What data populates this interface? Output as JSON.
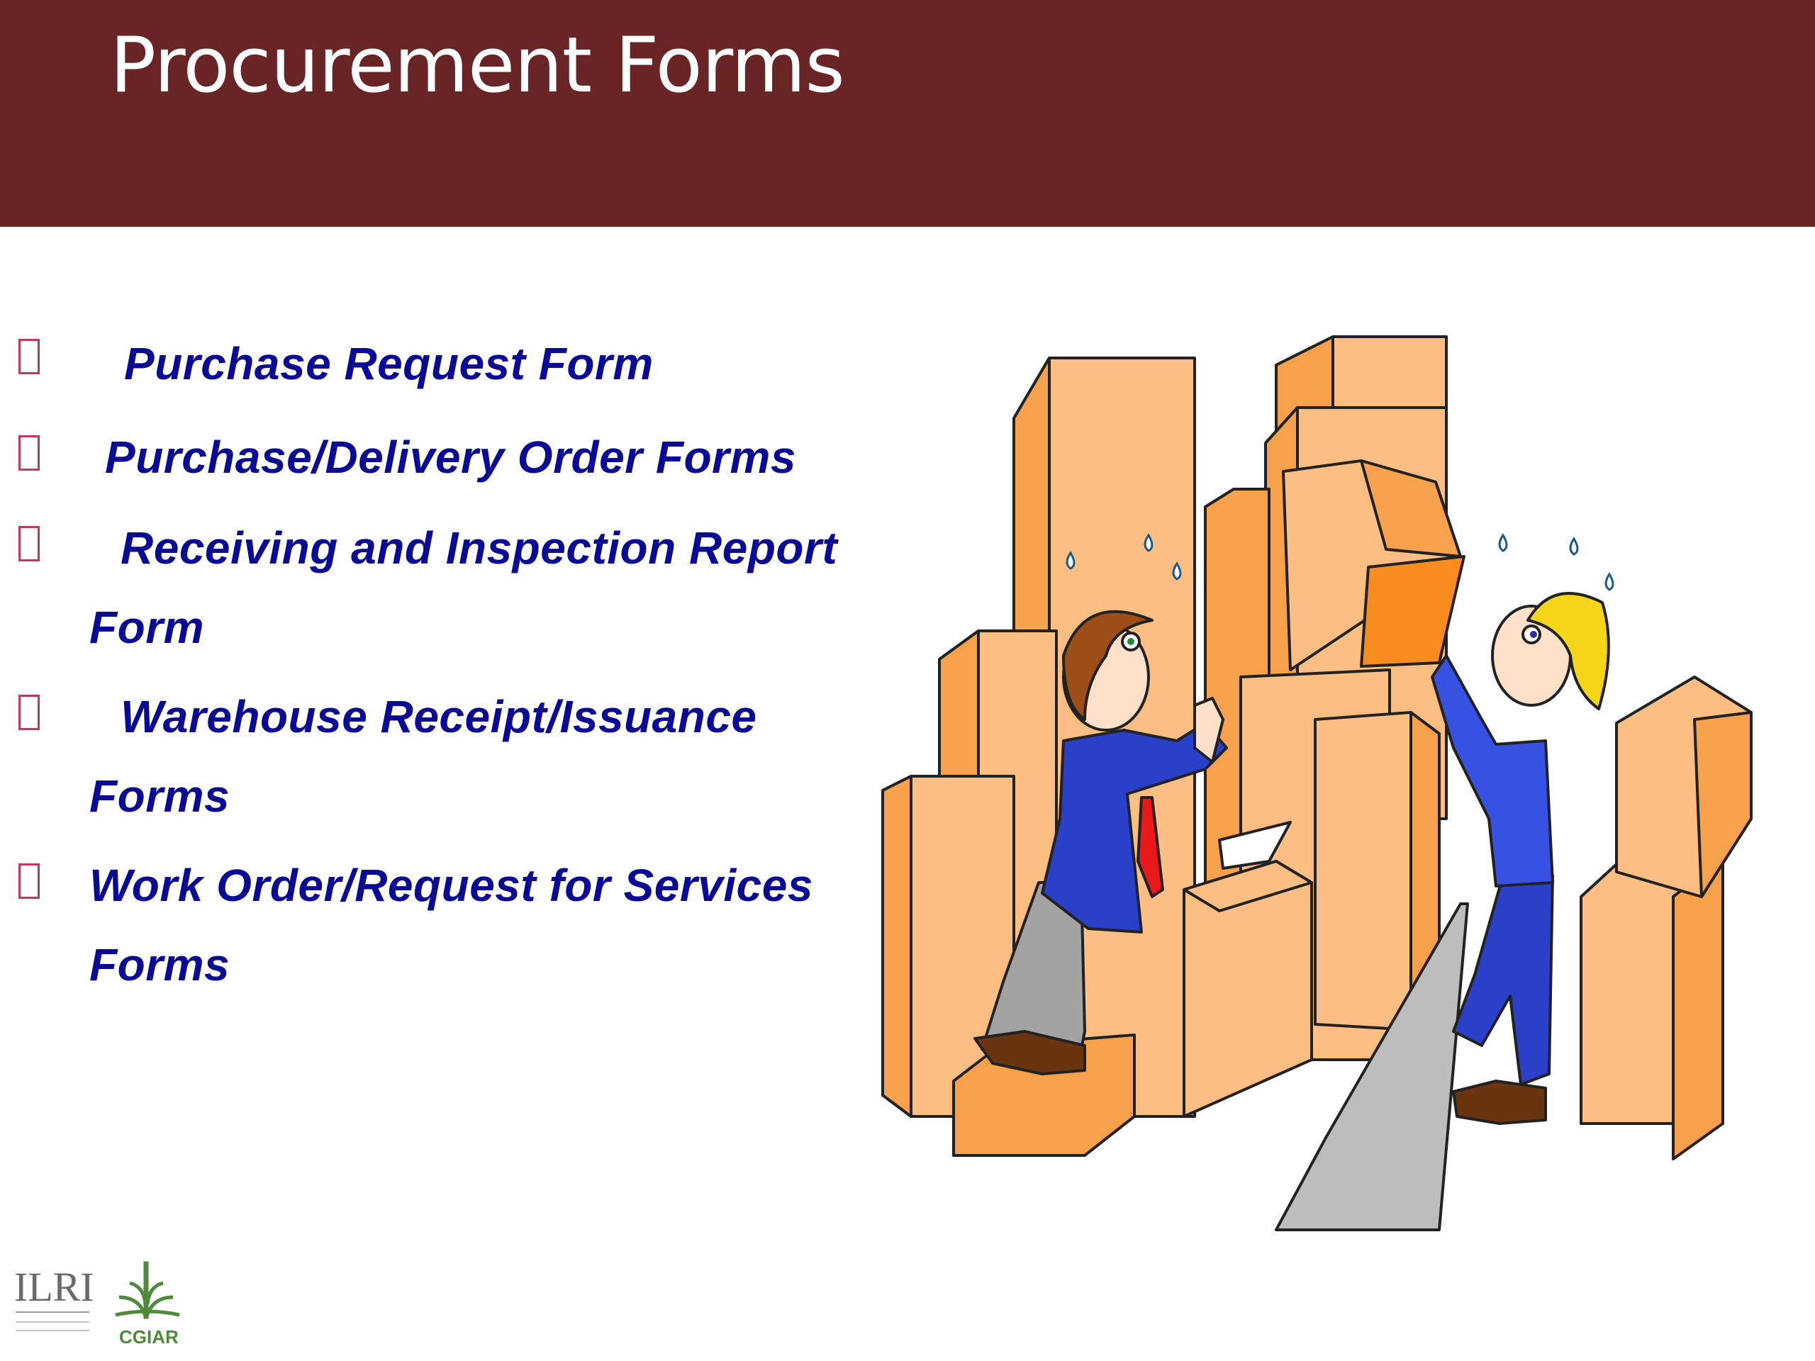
{
  "slide": {
    "title": "Procurement Forms"
  },
  "bullets": [
    {
      "lines": [
        "Purchase Request Form"
      ]
    },
    {
      "lines": [
        "Purchase/Delivery Order Forms"
      ]
    },
    {
      "lines": [
        "Receiving and Inspection Report",
        "Form"
      ]
    },
    {
      "lines": [
        "Warehouse Receipt/Issuance",
        "Forms"
      ]
    },
    {
      "lines": [
        "Work Order/Request for Services",
        "Forms"
      ]
    }
  ],
  "logos": {
    "ilri": "ILRI",
    "cgiar": "CGIAR"
  },
  "colors": {
    "header": "#692425",
    "bullet_text": "#0b0a95",
    "bullet_glyph": "#c0395a",
    "box_light": "#fdbe84",
    "box_dark": "#f7a14d",
    "logo_green": "#4f8a3c"
  },
  "icons": {
    "bullet": "hollow-square-bullet-icon",
    "illustration": "warehouse-workers-boxes-illustration"
  }
}
